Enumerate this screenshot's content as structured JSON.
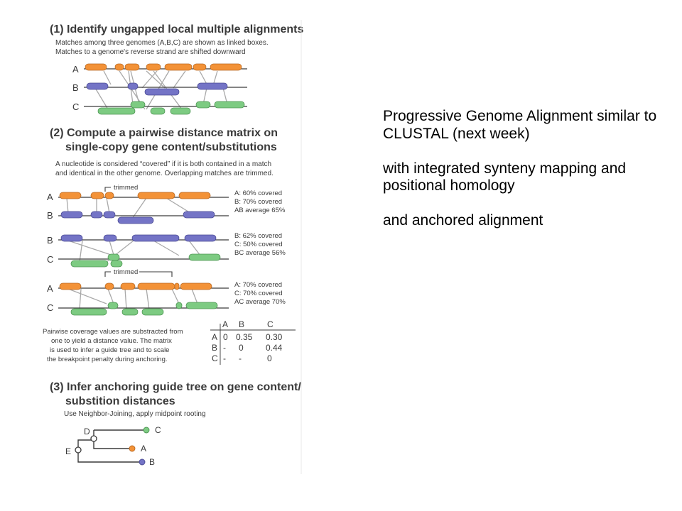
{
  "figure": {
    "step1": {
      "title": "(1) Identify ungapped local multiple alignments",
      "notes": [
        "Matches among three genomes (A,B,C) are shown as linked boxes.",
        "Matches to a genome's reverse strand are shifted downward"
      ],
      "genome_labels": [
        "A",
        "B",
        "C"
      ]
    },
    "step2": {
      "title_lines": [
        "(2) Compute a pairwise distance matrix on",
        "single-copy gene content/substitutions"
      ],
      "notes": [
        "A nucleotide is considered “covered” if it is both contained in a match",
        "and identical in the other genome. Overlapping matches are trimmed."
      ],
      "trimmed_label": "trimmed",
      "pairs": [
        {
          "labels": [
            "A",
            "B"
          ],
          "stats": [
            "A: 60% covered",
            "B: 70% covered",
            "AB average 65%"
          ]
        },
        {
          "labels": [
            "B",
            "C"
          ],
          "stats": [
            "B: 62% covered",
            "C: 50% covered",
            "BC average 56%"
          ]
        },
        {
          "labels": [
            "A",
            "C"
          ],
          "stats": [
            "A: 70% covered",
            "C: 70% covered",
            "AC average 70%"
          ]
        }
      ],
      "matrix_notes": [
        "Pairwise coverage values are substracted from",
        "one to yield a distance value. The matrix",
        "is used to infer a guide tree and to scale",
        "the breakpoint penalty during anchoring."
      ],
      "matrix": {
        "cols": [
          "A",
          "B",
          "C"
        ],
        "rows": [
          {
            "label": "A",
            "cells": [
              "0",
              "0.35",
              "0.30"
            ]
          },
          {
            "label": "B",
            "cells": [
              "-",
              "0",
              "0.44"
            ]
          },
          {
            "label": "C",
            "cells": [
              "-",
              "-",
              "0"
            ]
          }
        ]
      }
    },
    "step3": {
      "title_lines": [
        "(3) Infer anchoring guide tree on gene content/",
        "substition distances"
      ],
      "note": "Use Neighbor-Joining, apply midpoint rooting",
      "tree_labels": {
        "D": "D",
        "E": "E",
        "A": "A",
        "B": "B",
        "C": "C"
      }
    },
    "colors": {
      "genome_a": "#f39237",
      "genome_b": "#7474c6",
      "genome_c": "#7dcb82",
      "text": "#3a3a3a",
      "link": "#a9a9a9"
    }
  },
  "side_text": {
    "paragraph1": "Progressive Genome Alignment similar to CLUSTAL (next week)",
    "paragraph2": "with integrated synteny mapping and positional homology",
    "paragraph3": "and anchored alignment"
  }
}
